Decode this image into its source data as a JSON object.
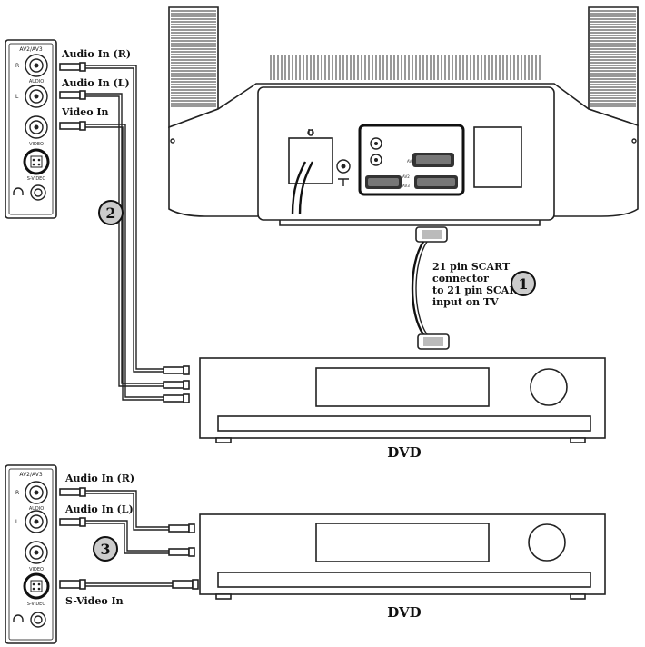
{
  "panel_top": {
    "header": "AV2/AV3",
    "jack_r": "R",
    "jack_l": "L",
    "audio_small": "AUDIO",
    "video_small": "VIDEO",
    "svideo_small": "S-VIDEO"
  },
  "panel_bottom": {
    "header": "AV2/AV3",
    "jack_r": "R",
    "jack_l": "L",
    "audio_small": "AUDIO",
    "video_small": "VIDEO",
    "svideo_small": "S-VIDEO"
  },
  "top_labels": {
    "audio_r": "Audio In (R)",
    "audio_l": "Audio In (L)",
    "video_in": "Video In"
  },
  "bottom_labels": {
    "audio_r": "Audio In (R)",
    "audio_l": "Audio In (L)",
    "svideo_in": "S-Video In"
  },
  "scart_note": {
    "line1": "21 pin SCART",
    "line2": "connector",
    "line3": "to 21 pin SCART",
    "line4": "input on TV"
  },
  "steps": {
    "one": "1",
    "two": "2",
    "three": "3"
  },
  "devices": {
    "dvd_top": "DVD",
    "dvd_bottom": "DVD"
  },
  "tv_panel": {
    "scart_label1": "AV1",
    "scart_label2": "AV2",
    "scart_label3": "AV3"
  }
}
